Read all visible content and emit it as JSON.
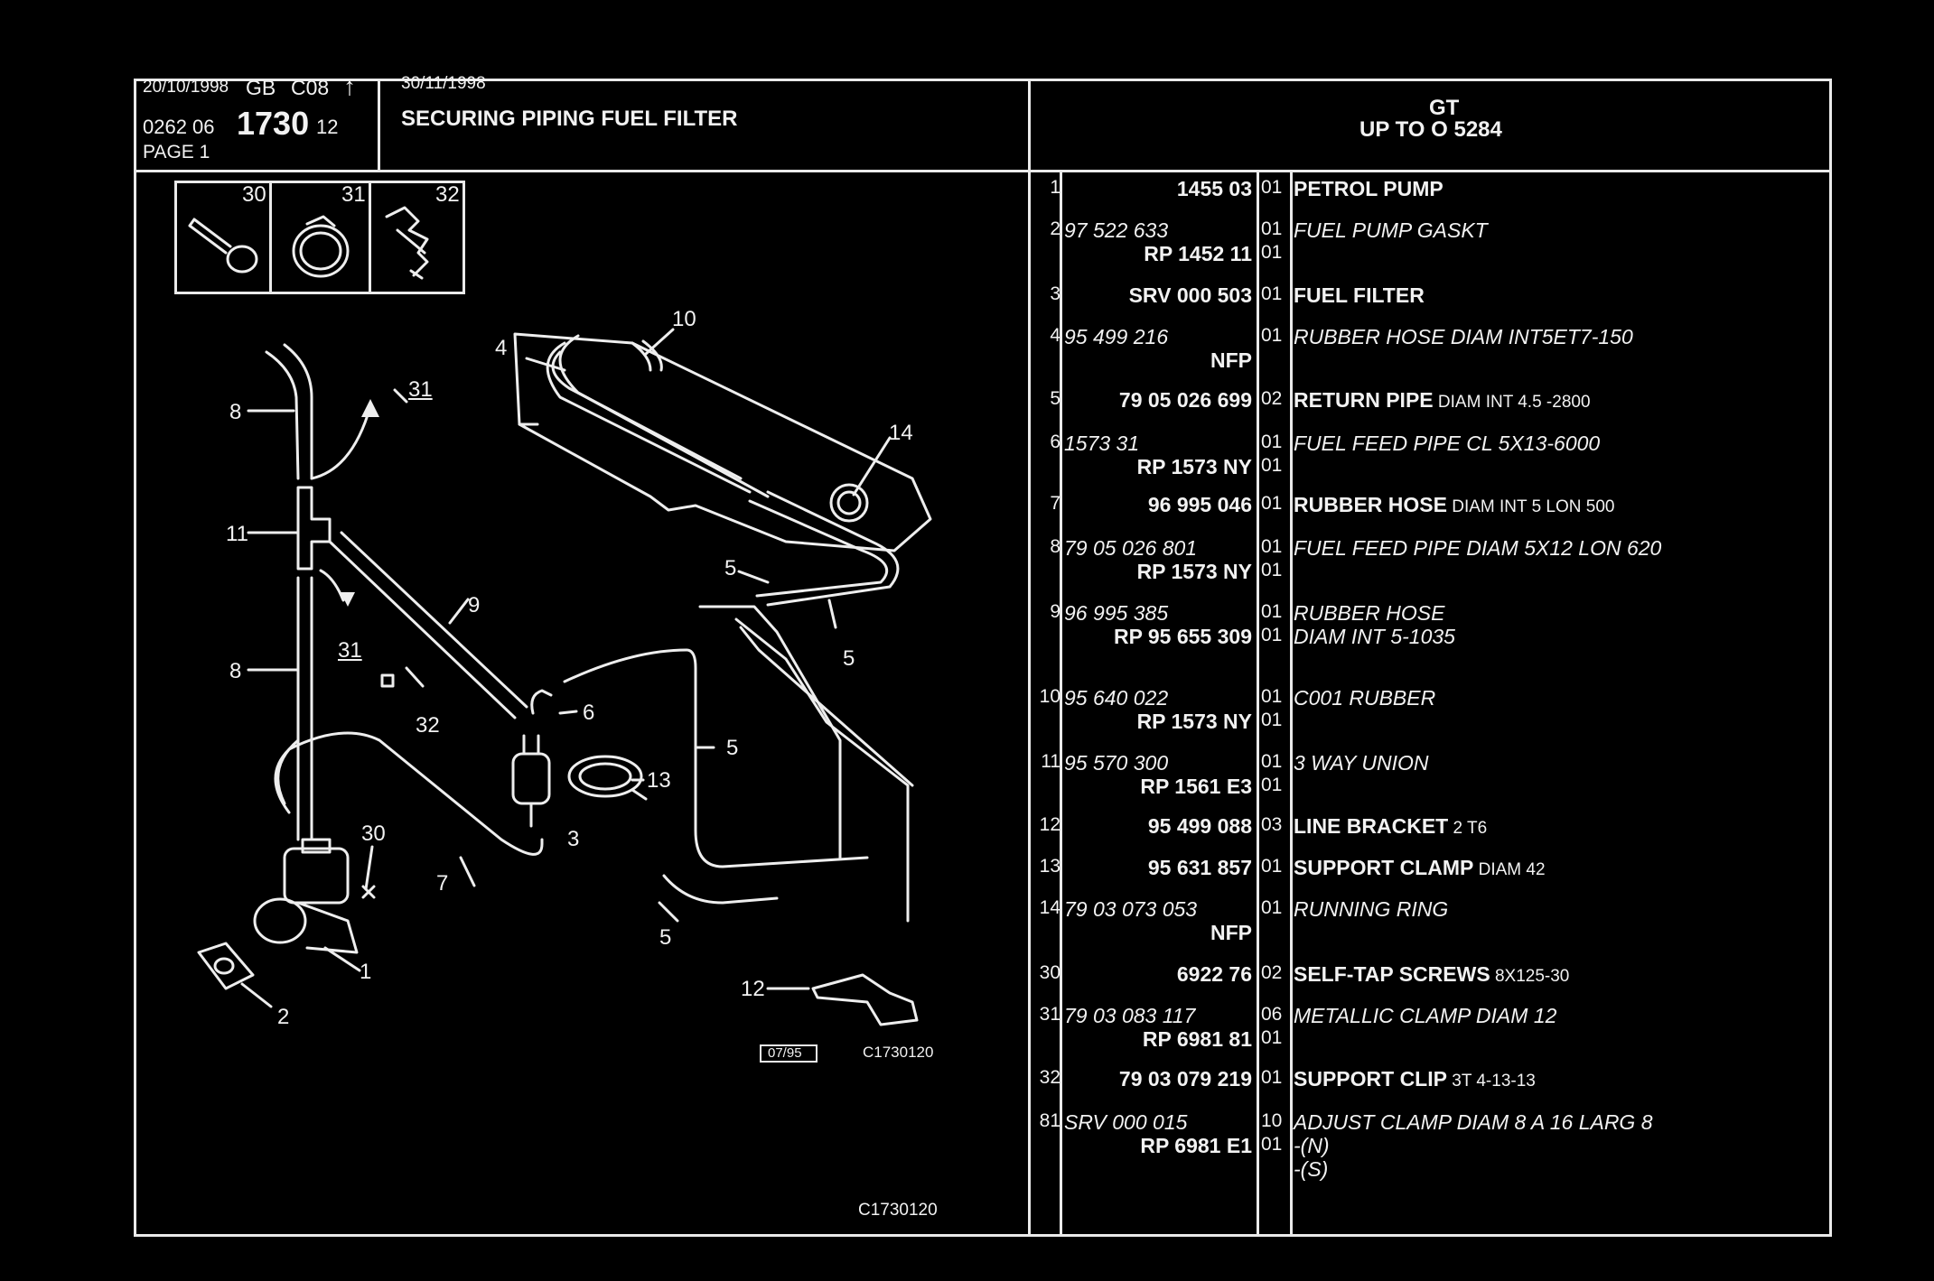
{
  "header": {
    "date1": "20/10/1998",
    "lang": "GB",
    "code": "C08",
    "arrow": "↑",
    "date2": "30/11/1998",
    "ref_prefix": "0262  06",
    "ref_main": "1730",
    "ref_suffix": "12",
    "page": "PAGE  1",
    "title": "SECURING PIPING FUEL FILTER",
    "model": "GT",
    "range": "UP TO O   5284"
  },
  "inset_labels": [
    "30",
    "31",
    "32"
  ],
  "callouts": [
    "10",
    "4",
    "31",
    "8",
    "14",
    "11",
    "9",
    "5",
    "5",
    "31",
    "8",
    "32",
    "6",
    "5",
    "13",
    "30",
    "3",
    "7",
    "1",
    "5",
    "2",
    "12"
  ],
  "diagram_refs": {
    "date_box": "07/95",
    "code": "C1730120",
    "code_bottom": "C1730120"
  },
  "parts": [
    {
      "num": "1",
      "ref1": "",
      "ref2": "1455  03",
      "qty": [
        "01"
      ],
      "desc": [
        "PETROL PUMP"
      ],
      "desc_extra": "",
      "style": "bold"
    },
    {
      "num": "2",
      "ref1": "97 522 633",
      "ref2": "RP  1452  11",
      "qty": [
        "01",
        "01"
      ],
      "desc": [
        "FUEL PUMP GASKT"
      ],
      "desc_extra": "",
      "style": "ital"
    },
    {
      "num": "3",
      "ref1": "",
      "ref2": "SRV  000  503",
      "qty": [
        "01"
      ],
      "desc": [
        "FUEL FILTER"
      ],
      "desc_extra": "",
      "style": "bold"
    },
    {
      "num": "4",
      "ref1": "95 499 216",
      "ref2": "NFP",
      "qty": [
        "01"
      ],
      "desc": [
        "RUBBER HOSE DIAM INT5ET7-150"
      ],
      "desc_extra": "",
      "style": "ital"
    },
    {
      "num": "5",
      "ref1": "",
      "ref2": "79  05  026  699",
      "qty": [
        "02"
      ],
      "desc": [
        "RETURN PIPE"
      ],
      "desc_extra": "DIAM INT 4.5 -2800",
      "style": "bold"
    },
    {
      "num": "6",
      "ref1": "1573  31",
      "ref2": "RP  1573  NY",
      "qty": [
        "01",
        "01"
      ],
      "desc": [
        "FUEL FEED PIPE CL 5X13-6000"
      ],
      "desc_extra": "",
      "style": "ital"
    },
    {
      "num": "7",
      "ref1": "",
      "ref2": "96  995  046",
      "qty": [
        "01"
      ],
      "desc": [
        "RUBBER HOSE"
      ],
      "desc_extra": "DIAM INT 5 LON 500",
      "style": "bold"
    },
    {
      "num": "8",
      "ref1": "79 05 026 801",
      "ref2": "RP  1573  NY",
      "qty": [
        "01",
        "01"
      ],
      "desc": [
        "FUEL FEED PIPE DIAM 5X12 LON 620"
      ],
      "desc_extra": "",
      "style": "ital"
    },
    {
      "num": "9",
      "ref1": "96 995 385",
      "ref2": "RP   95  655  309",
      "qty": [
        "01",
        "01"
      ],
      "desc": [
        "RUBBER HOSE",
        "DIAM INT 5-1035"
      ],
      "desc_extra": "",
      "style": "ital"
    },
    {
      "num": "10",
      "ref1": "95 640 022",
      "ref2": "RP  1573  NY",
      "qty": [
        "01",
        "01"
      ],
      "desc": [
        "C001 RUBBER"
      ],
      "desc_extra": "",
      "style": "ital"
    },
    {
      "num": "11",
      "ref1": "95 570 300",
      "ref2": "RP  1561  E3",
      "qty": [
        "01",
        "01"
      ],
      "desc": [
        "3 WAY UNION"
      ],
      "desc_extra": "",
      "style": "ital"
    },
    {
      "num": "12",
      "ref1": "",
      "ref2": "95  499  088",
      "qty": [
        "03"
      ],
      "desc": [
        "LINE BRACKET"
      ],
      "desc_extra": "2 T6",
      "style": "bold"
    },
    {
      "num": "13",
      "ref1": "",
      "ref2": "95  631  857",
      "qty": [
        "01"
      ],
      "desc": [
        "SUPPORT CLAMP"
      ],
      "desc_extra": "DIAM 42",
      "style": "bold"
    },
    {
      "num": "14",
      "ref1": "79 03 073 053",
      "ref2": "NFP",
      "qty": [
        "01"
      ],
      "desc": [
        "RUNNING RING"
      ],
      "desc_extra": "",
      "style": "ital"
    },
    {
      "num": "30",
      "ref1": "",
      "ref2": "6922  76",
      "qty": [
        "02"
      ],
      "desc": [
        "SELF-TAP SCREWS"
      ],
      "desc_extra": "8X125-30",
      "style": "bold"
    },
    {
      "num": "31",
      "ref1": "79 03 083 117",
      "ref2": "RP  6981  81",
      "qty": [
        "06",
        "01"
      ],
      "desc": [
        "METALLIC CLAMP DIAM 12"
      ],
      "desc_extra": "",
      "style": "ital"
    },
    {
      "num": "32",
      "ref1": "",
      "ref2": "79  03  079  219",
      "qty": [
        "01"
      ],
      "desc": [
        "SUPPORT CLIP"
      ],
      "desc_extra": "3T 4-13-13",
      "style": "bold"
    },
    {
      "num": "81",
      "ref1": "SRV 000 015",
      "ref2": "RP  6981  E1",
      "qty": [
        "10",
        "01"
      ],
      "desc": [
        "ADJUST CLAMP DIAM 8 A 16 LARG 8",
        "-(N)",
        "-(S)"
      ],
      "desc_extra": "",
      "style": "ital"
    }
  ]
}
